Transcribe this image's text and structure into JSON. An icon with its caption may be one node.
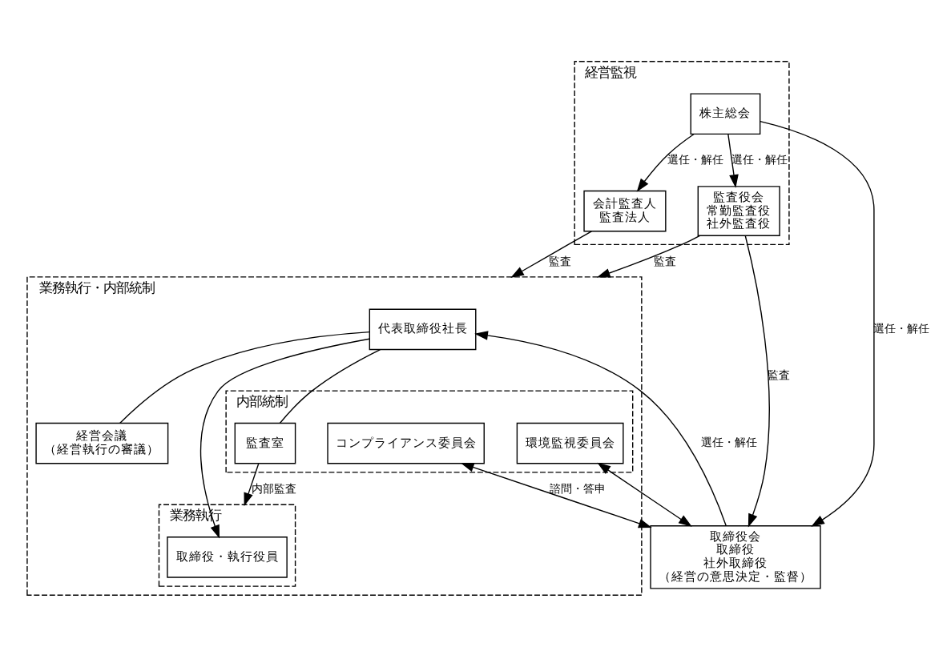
{
  "diagram": {
    "nodes": [
      {
        "text": [
          "経営監視"
        ]
      },
      {
        "text": [
          "株主総会"
        ],
        "in": 0
      },
      {
        "text": [
          "会計監査人",
          "監査法人"
        ],
        "in": 0
      },
      {
        "text": [
          "監査役会",
          "常勤監査役",
          "社外監査役"
        ],
        "in": 0
      },
      {
        "text": [
          "取締役会",
          "取締役",
          "社外取締役",
          "（経営の意思決定・監督）"
        ]
      },
      {
        "text": [
          "業務執行・内部統制"
        ]
      },
      {
        "text": [
          "代表取締役社長"
        ],
        "in": 5
      },
      {
        "text": [
          "経営会議",
          "（経営執行の審議）"
        ],
        "in": 5
      },
      {
        "text": [
          "内部統制"
        ],
        "in": 5
      },
      {
        "text": [
          "監査室"
        ],
        "in": 8
      },
      {
        "text": [
          "コンプライアンス委員会"
        ],
        "in": 8
      },
      {
        "text": [
          "環境監視委員会"
        ],
        "in": 8
      },
      {
        "text": [
          "業務執行"
        ],
        "in": 5
      },
      {
        "text": [
          "取締役・執行役員"
        ],
        "in": 12
      }
    ],
    "edges": [
      {
        "from": 1,
        "to": 2,
        "arrow": "to",
        "label": "選任・解任"
      },
      {
        "from": 1,
        "to": 3,
        "arrow": "to",
        "label": "選任・解任"
      },
      {
        "from": 1,
        "to": 4,
        "arrow": "to",
        "label": "選任・解任"
      },
      {
        "from": 3,
        "to": 4,
        "arrow": "to",
        "label": "監査"
      },
      {
        "from": 2,
        "to": 5,
        "arrow": "to",
        "label": "監査"
      },
      {
        "from": 3,
        "to": 5,
        "arrow": "to",
        "label": "監査"
      },
      {
        "from": 4,
        "to": 6,
        "arrow": "to",
        "label": "選任・解任"
      },
      {
        "from": 6,
        "to": 7,
        "arrow": "none"
      },
      {
        "from": 6,
        "to": 9,
        "arrow": "none"
      },
      {
        "from": 6,
        "to": 13,
        "arrow": "to"
      },
      {
        "from": 9,
        "to": 12,
        "arrow": "to",
        "label": "内部監査"
      },
      {
        "from": 10,
        "to": 4,
        "arrow": "both",
        "label": "諮問・答申"
      },
      {
        "from": 11,
        "to": 4,
        "arrow": "both"
      }
    ]
  }
}
